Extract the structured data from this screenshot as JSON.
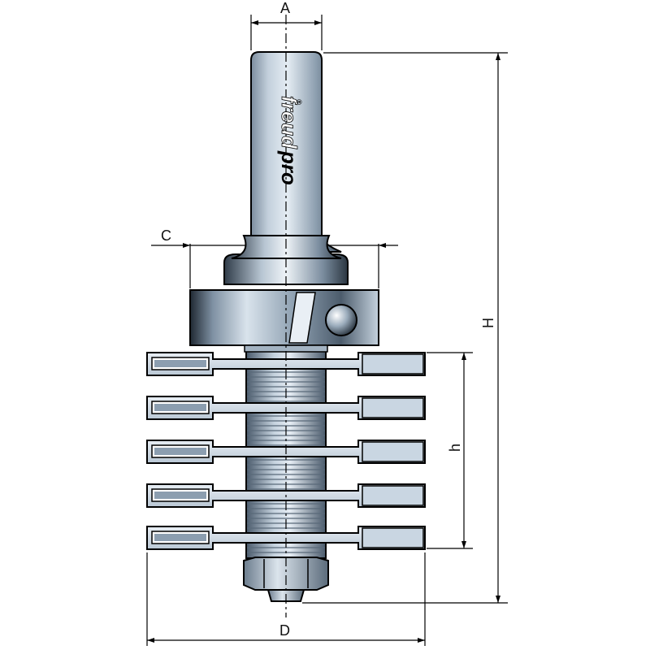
{
  "dimensions": {
    "A": "A",
    "C": "C",
    "H": "H",
    "h": "h",
    "D": "D"
  },
  "brand": {
    "name": "freud",
    "mark": "pro",
    "registered": "®"
  },
  "colors": {
    "steel_light": "#d6e1eb",
    "steel_mid": "#8d9fb1",
    "steel_dark": "#3f4f60",
    "carbide": "#c9d6e2",
    "outline": "#000000"
  }
}
